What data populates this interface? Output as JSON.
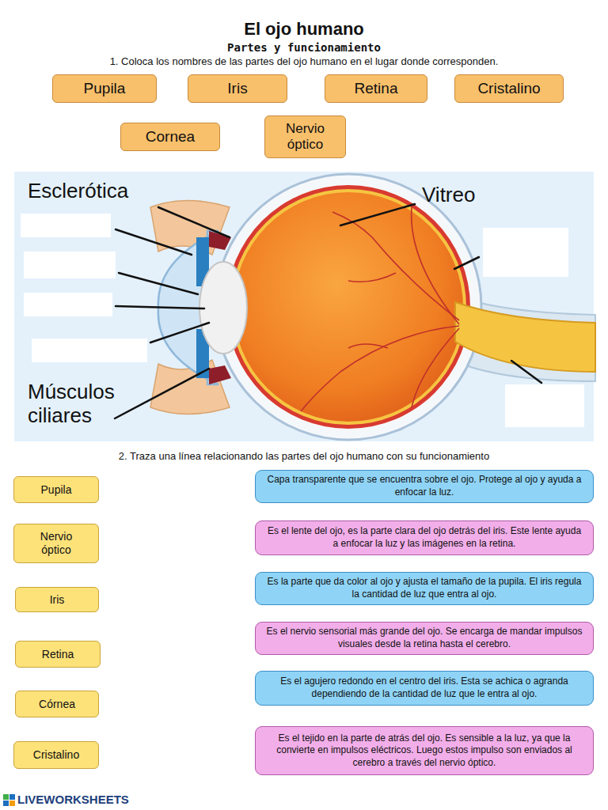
{
  "diagram": {
    "title": "El ojo humano",
    "nodes": [
      {
        "text": [
          "Pupila"
        ]
      },
      {
        "text": [
          "Iris"
        ]
      },
      {
        "text": [
          "Retina"
        ]
      },
      {
        "text": [
          "Cristalino"
        ]
      },
      {
        "text": [
          "Cornea"
        ]
      },
      {
        "text": [
          "Nervio óptico"
        ]
      },
      {
        "text": [
          "Pupila"
        ]
      },
      {
        "text": [
          "Capa transparente que se encuentra sobre el ojo. Protege al ojo y ayuda a enfocar la luz."
        ]
      },
      {
        "text": [
          "Nervio óptico"
        ]
      },
      {
        "text": [
          "Es el lente del ojo, es la parte clara del ojo detrás del iris. Este lente ayuda a enfocar la luz y las imágenes en la retina."
        ]
      },
      {
        "text": [
          "Iris"
        ]
      },
      {
        "text": [
          "Es la parte que da color al ojo y ajusta el tamaño de la pupila. El iris regula la cantidad de luz que entra al ojo."
        ]
      },
      {
        "text": [
          "Retina"
        ]
      },
      {
        "text": [
          "Es el nervio sensorial más grande del ojo. Se encarga de mandar impulsos visuales desde la retina hasta el cerebro."
        ]
      },
      {
        "text": [
          "Córnea"
        ]
      },
      {
        "text": [
          "Es el agujero redondo en el centro del iris. Esta se achica o agranda dependiendo de la cantidad de luz que le entra al ojo."
        ]
      },
      {
        "text": [
          "Cristalino"
        ]
      },
      {
        "text": [
          "Es el tejido en la parte de atrás del ojo. Es sensible a la luz, ya que la convierte en impulsos eléctricos. Luego estos impulso son enviados al cerebro a través del nervio óptico."
        ]
      }
    ],
    "labels": [
      "Partes y funcionamiento",
      "1. Coloca los nombres de las partes del ojo humano en el lugar donde corresponden.",
      "Esclerótica",
      "Vitreo",
      "Músculos ciliares",
      "2. Traza una línea relacionando las partes del ojo humano con su funcionamiento",
      "LIVEWORKSHEETS"
    ]
  }
}
